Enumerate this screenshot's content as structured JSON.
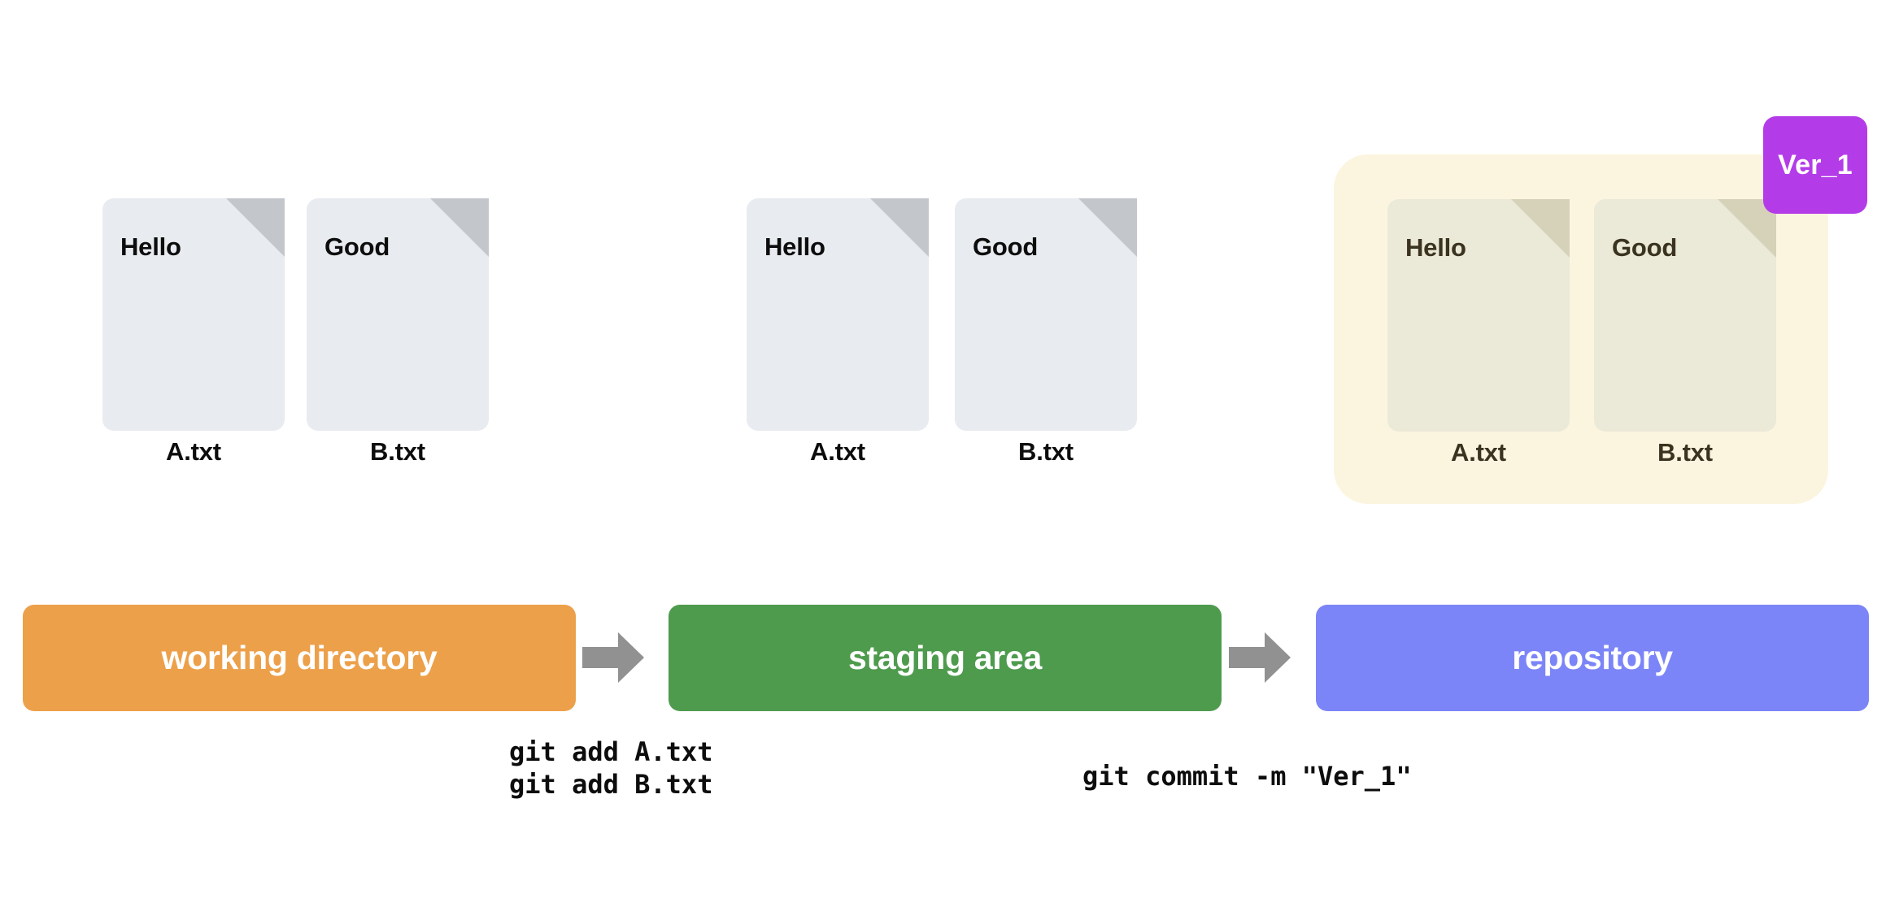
{
  "diagram": {
    "title": "git working directory / staging area / repository flow",
    "colors": {
      "working_directory": "#eda04a",
      "staging_area": "#4e9b4e",
      "repository": "#7c85f7",
      "version_badge": "#b43ce8",
      "repo_container": "#fbf5df",
      "file_page": "#e8ebef",
      "file_fold": "#c3c7cc",
      "committed_file_page": "#ebe9d7",
      "committed_file_fold": "#d6d2ba",
      "arrow": "#919191",
      "text_dark": "#0d0d0d",
      "text_brown": "#3a3320"
    }
  },
  "stages": [
    {
      "key": "working_directory",
      "label": "working directory",
      "color": "#eda04a"
    },
    {
      "key": "staging_area",
      "label": "staging area",
      "color": "#4e9b4e"
    },
    {
      "key": "repository",
      "label": "repository",
      "color": "#7c85f7"
    }
  ],
  "file_groups": {
    "working_directory": {
      "files": [
        {
          "content": "Hello",
          "name": "A.txt"
        },
        {
          "content": "Good",
          "name": "B.txt"
        }
      ]
    },
    "staging_area": {
      "files": [
        {
          "content": "Hello",
          "name": "A.txt"
        },
        {
          "content": "Good",
          "name": "B.txt"
        }
      ]
    },
    "repository": {
      "badge": "Ver_1",
      "files": [
        {
          "content": "Hello",
          "name": "A.txt"
        },
        {
          "content": "Good",
          "name": "B.txt"
        }
      ]
    }
  },
  "commands": {
    "add": "git add A.txt\ngit add B.txt",
    "commit": "git commit -m \"Ver_1\""
  },
  "icons": {
    "arrow": "right-arrow-icon",
    "file": "file-document-icon"
  }
}
